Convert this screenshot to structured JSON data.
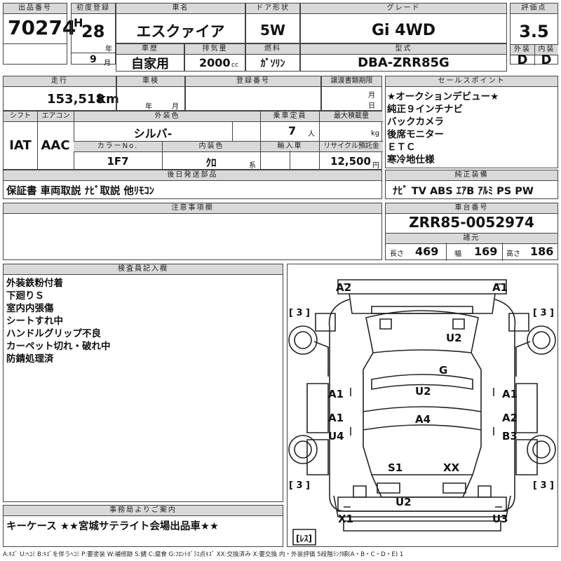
{
  "header": {
    "lot_label": "出品番号",
    "lot_value": "70274",
    "first_reg_label": "初度登録",
    "era": "H",
    "year": "28",
    "year_unit": "年",
    "month": "9",
    "month_unit": "月",
    "model_label": "車名",
    "model_value": "エスクァイア",
    "door_label": "ドア形状",
    "door_value": "5W",
    "grade_label": "グレード",
    "grade_value": "Gi 4WD",
    "score_label": "評価点",
    "score_value": "3.5",
    "history_label": "車歴",
    "history_value": "自家用",
    "displacement_label": "排気量",
    "displacement_value": "2000",
    "displacement_unit": "cc",
    "fuel_label": "燃料",
    "fuel_value": "ｶﾞｿﾘﾝ",
    "type_label": "型式",
    "type_value": "DBA-ZRR85G",
    "exterior_label": "外装",
    "exterior_value": "D",
    "interior_label": "内装",
    "interior_value": "D"
  },
  "row2": {
    "mileage_label": "走行",
    "mileage_value": "153,518",
    "mileage_unit": "km",
    "inspection_label": "車検",
    "inspection_year_unit": "年",
    "inspection_month_unit": "月",
    "reg_no_label": "登録番号",
    "transfer_label": "譲渡書類期限",
    "transfer_month_unit": "月",
    "transfer_day_unit": "日",
    "sales_label": "セールスポイント",
    "sales_points": [
      "★オークションデビュー★",
      "純正９インチナビ",
      "バックカメラ",
      "後席モニター",
      "ＥＴＣ",
      "寒冷地仕様"
    ]
  },
  "row3": {
    "shift_label": "シフト",
    "shift_value": "IAT",
    "ac_label": "エアコン",
    "ac_value": "AAC",
    "ext_color_label": "外装色",
    "ext_color_value": "シルバ-",
    "capacity_label": "乗車定員",
    "capacity_value": "7",
    "capacity_unit": "人",
    "max_load_label": "最大積載量",
    "max_load_unit": "kg",
    "color_no_label": "カラーNo.",
    "color_no_value": "1F7",
    "int_color_label": "内装色",
    "int_color_value": "ｸﾛ",
    "int_color_unit": "系",
    "import_label": "輸入車",
    "recycle_label": "リサイクル預託金",
    "recycle_value": "12,500",
    "recycle_unit": "円"
  },
  "accessories": {
    "label": "後日発送部品",
    "value": "保証書 車両取説 ﾅﾋﾞ取説 他ﾘﾓｺﾝ"
  },
  "equipment": {
    "label": "純正装備",
    "value": "ﾅﾋﾞ TV ABS ｴｱB ｱﾙﾐ PS PW"
  },
  "notes": {
    "label": "注意事項欄"
  },
  "chassis": {
    "label": "車台番号",
    "value": "ZRR85-0052974",
    "spec_label": "諸元",
    "length_label": "長さ",
    "length_value": "469",
    "width_label": "幅",
    "width_value": "169",
    "height_label": "高さ",
    "height_value": "186"
  },
  "inspector": {
    "label": "検査員記入欄",
    "comments": [
      "外装鉄粉付着",
      "下廻りＳ",
      "室内内張傷",
      "シートすれ中",
      "ハンドルグリップ不良",
      "カーペット切れ・破れ中",
      "防錆処理済"
    ]
  },
  "diagram": {
    "marks": {
      "a2_top": "A2",
      "a1_top": "A1",
      "u2_roof": "U2",
      "g": "G",
      "u2_mid": "U2",
      "a1_left1": "A1",
      "a1_right1": "A1",
      "a4": "A4",
      "a1_left2": "A1",
      "a2_right2": "A2",
      "u4": "U4",
      "b3": "B3",
      "s1": "S1",
      "xx": "XX",
      "u2_rear": "U2",
      "x1": "X1",
      "u3": "U3"
    },
    "tires": [
      "[ 3 ]",
      "[ 3 ]",
      "[ 3 ]",
      "[ 3 ]"
    ],
    "spare": "[ﾚｽ]"
  },
  "office": {
    "label": "事務局よりご案内",
    "value": "キーケース ★★宮城サテライト会場出品車★★"
  },
  "legend": "A:ｷｽﾞ U:ﾍｺﾐ B:ｷｽﾞを伴うﾍｺﾐ P:要塗装 W:補修跡 S:錆 C:腐食 G:ﾌﾛﾝﾄｶﾞﾗｽ点ｷｽﾞ XX:交換済み X:要交換 内・外装評価 5段階ﾗﾝｸ順(A・B・C・D・E) 1"
}
